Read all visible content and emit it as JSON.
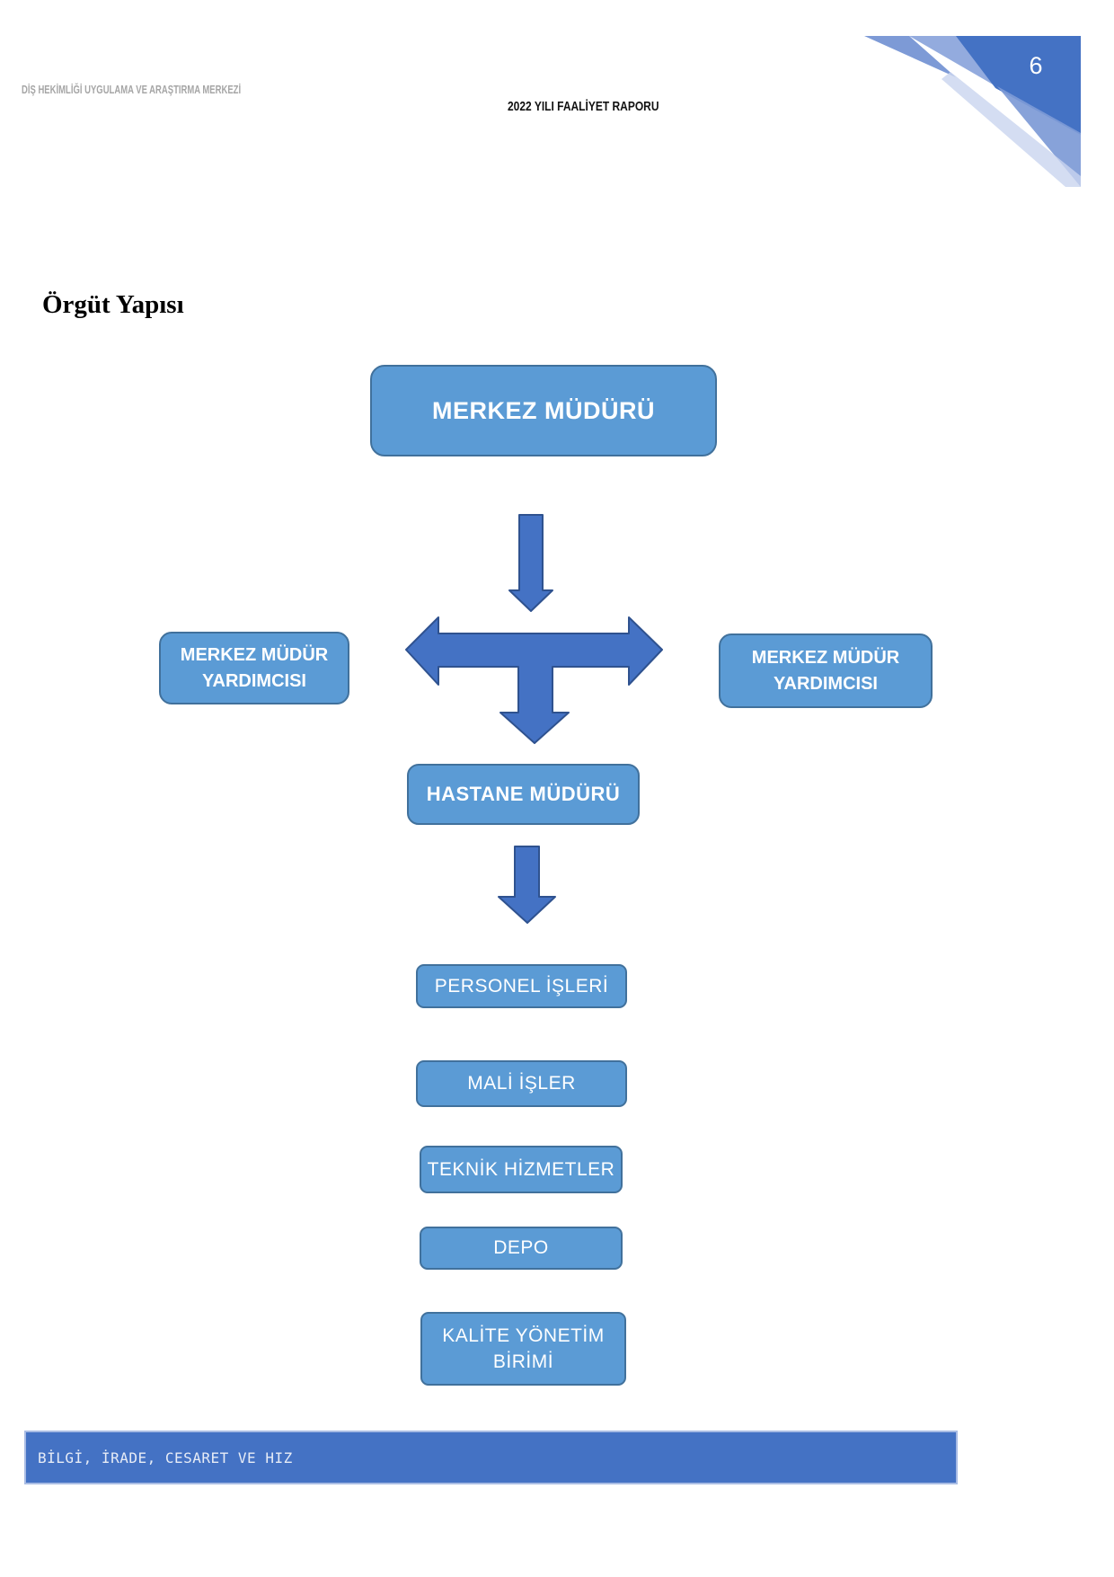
{
  "page": {
    "header_left": "DİŞ HEKİMLİĞİ UYGULAMA VE ARAŞTIRMA MERKEZİ",
    "header_center": "2022 YILI FAALİYET RAPORU",
    "page_number": "6",
    "section_title": "Örgüt Yapısı",
    "footer_motto": "BİLGİ, İRADE, CESARET VE HIZ"
  },
  "org_chart": {
    "director": "MERKEZ MÜDÜRÜ",
    "deputy_left": "MERKEZ MÜDÜR YARDIMCISI",
    "deputy_right": "MERKEZ MÜDÜR YARDIMCISI",
    "hospital_manager": "HASTANE MÜDÜRÜ",
    "units": [
      {
        "label": "PERSONEL İŞLERİ"
      },
      {
        "label": "MALİ İŞLER"
      },
      {
        "label": "TEKNİK HİZMETLER"
      },
      {
        "label": "DEPO"
      },
      {
        "label": "KALİTE YÖNETİM BİRİMİ"
      }
    ]
  },
  "colors": {
    "node_fill": "#5B9BD5",
    "node_border": "#41719C",
    "arrow_fill": "#4472C4",
    "arrow_border": "#2F528F",
    "banner_fill": "#4472C4",
    "banner_border": "#A9BCE4",
    "header_gray": "#A6A6A6",
    "corner_dark": "#4472C4",
    "corner_medium": "#7D9AD6",
    "corner_pale": "#C9D5EF"
  }
}
